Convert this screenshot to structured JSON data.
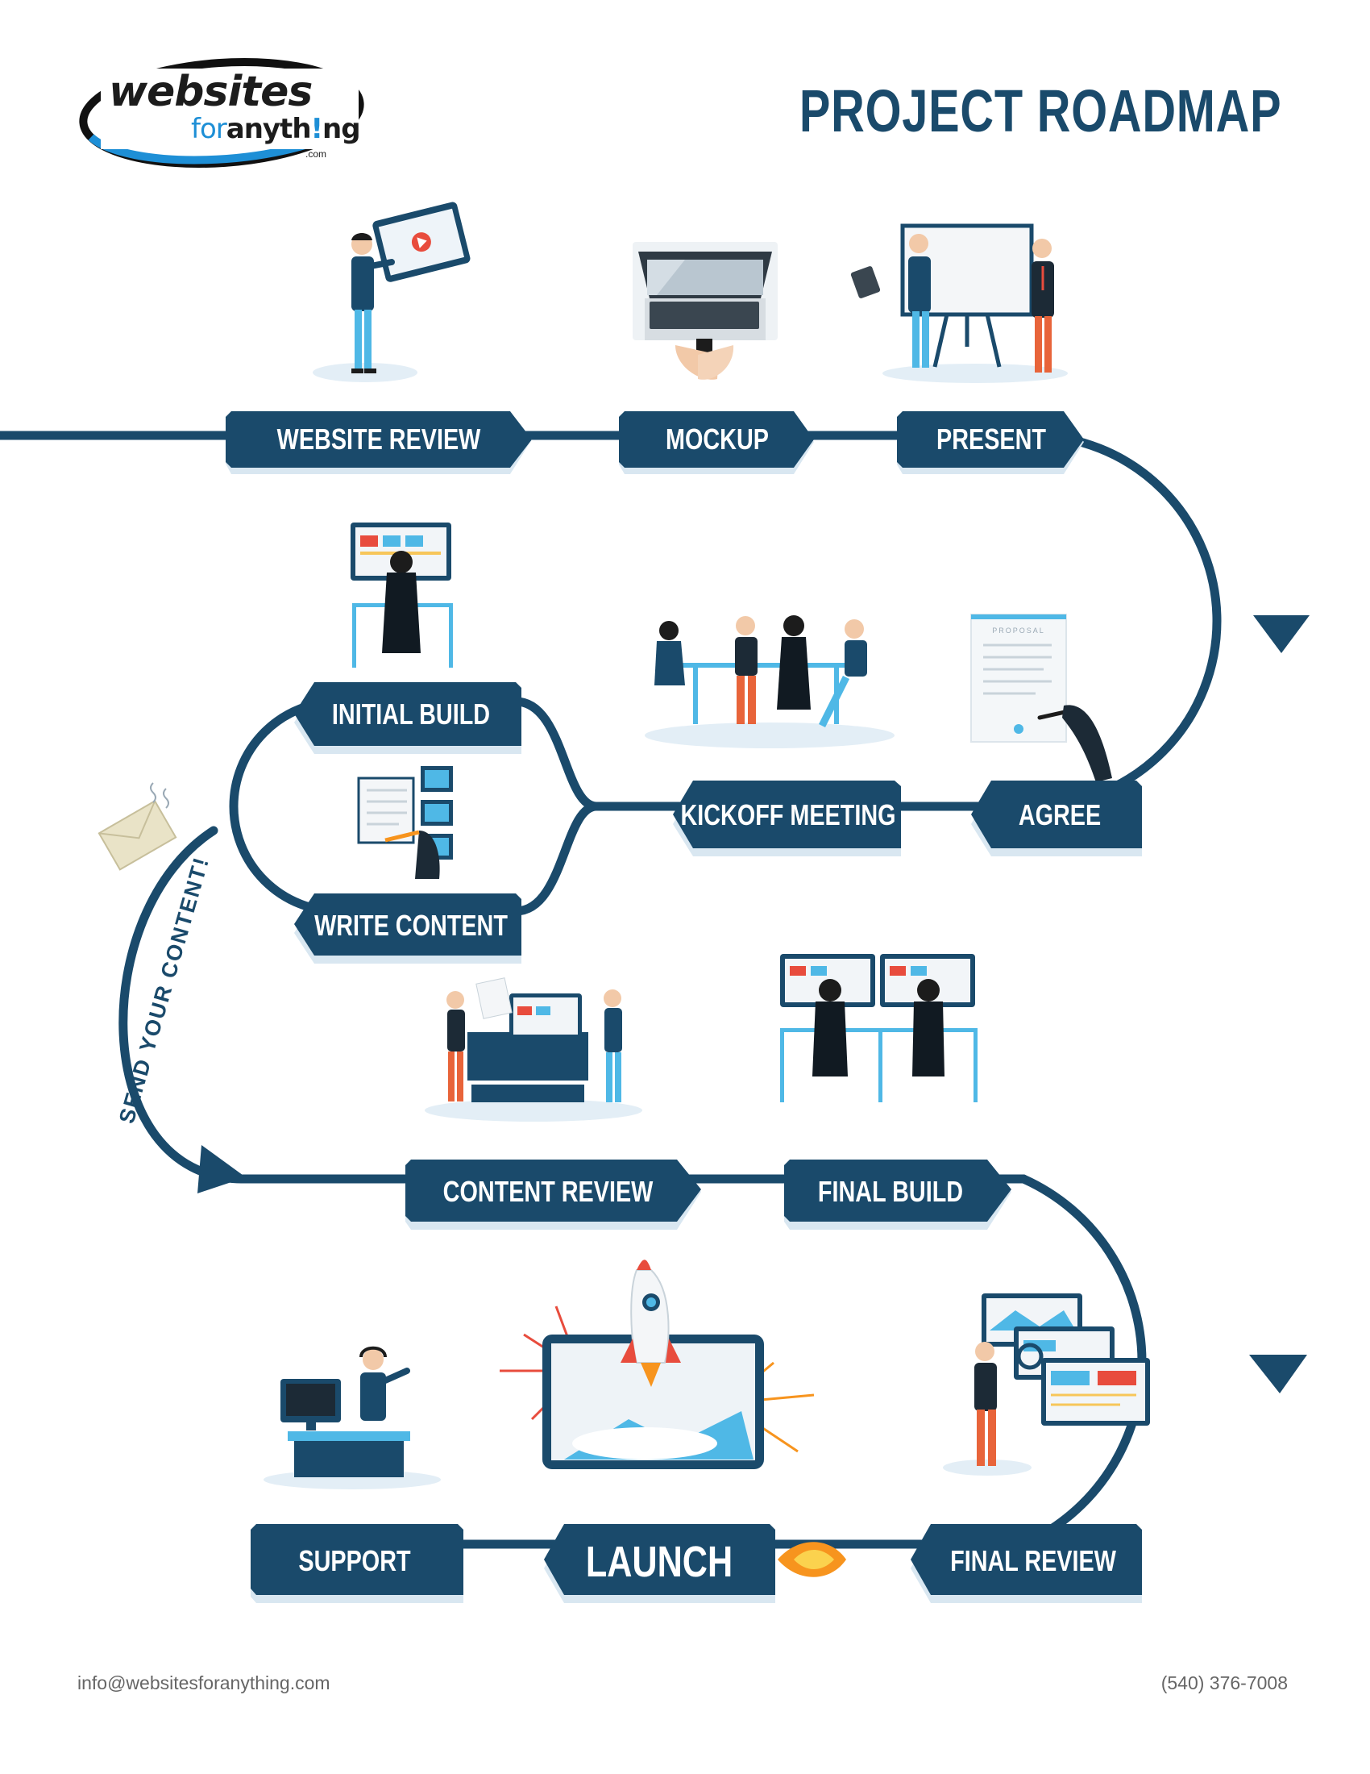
{
  "header": {
    "logo_main": "websites",
    "logo_for": "for",
    "logo_anyth": "anyth",
    "logo_bang": "!",
    "logo_ng": "ng",
    "logo_com": ".com",
    "title": "PROJECT ROADMAP"
  },
  "steps": [
    {
      "id": "website-review",
      "label": "WEBSITE REVIEW"
    },
    {
      "id": "mockup",
      "label": "MOCKUP"
    },
    {
      "id": "present",
      "label": "PRESENT"
    },
    {
      "id": "agree",
      "label": "AGREE"
    },
    {
      "id": "kickoff-meeting",
      "label": "KICKOFF MEETING"
    },
    {
      "id": "initial-build",
      "label": "INITIAL BUILD"
    },
    {
      "id": "write-content",
      "label": "WRITE CONTENT"
    },
    {
      "id": "content-review",
      "label": "CONTENT REVIEW"
    },
    {
      "id": "final-build",
      "label": "FINAL BUILD"
    },
    {
      "id": "final-review",
      "label": "FINAL REVIEW"
    },
    {
      "id": "launch",
      "label": "LAUNCH"
    },
    {
      "id": "support",
      "label": "SUPPORT"
    }
  ],
  "side_note": "SEND YOUR CONTENT!",
  "illustrations": {
    "proposal_doc": "PROPOSAL"
  },
  "footer": {
    "email": "info@websitesforanything.com",
    "phone": "(540) 376-7008"
  },
  "colors": {
    "navy": "#1a4a6b",
    "shadow": "#d9e7f1",
    "accent_blue": "#1e8fd6",
    "screen_blue": "#4fb8e6",
    "orange": "#f7941e",
    "red": "#e84c3d"
  }
}
